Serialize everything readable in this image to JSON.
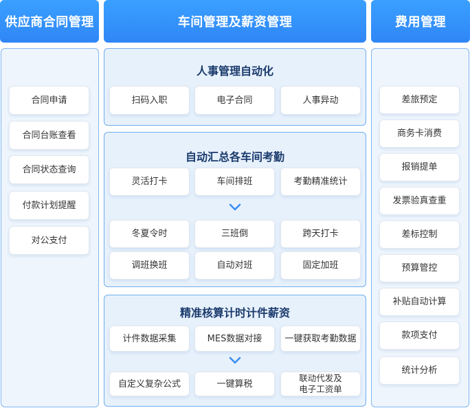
{
  "headers": {
    "left": "供应商合同管理",
    "center": "车间管理及薪资管理",
    "right": "费用管理"
  },
  "left_items": [
    "合同申请",
    "合同台账查看",
    "合同状态查询",
    "付款计划提醒",
    "对公支付"
  ],
  "right_items": [
    "差旅预定",
    "商务卡消费",
    "报销提单",
    "发票验真查重",
    "差标控制",
    "预算管控",
    "补贴自动计算",
    "款项支付",
    "统计分析"
  ],
  "sections": [
    {
      "title": "人事管理自动化",
      "items": [
        "扫码入职",
        "电子合同",
        "人事异动"
      ]
    },
    {
      "title": "自动汇总各车间考勤",
      "items": [
        "灵活打卡",
        "车间排班",
        "考勤精准统计",
        "冬夏令时",
        "三班倒",
        "跨天打卡",
        "调班换班",
        "自动对班",
        "固定加班"
      ]
    },
    {
      "title": "精准核算计时计件薪资",
      "items": [
        "计件数据采集",
        "MES数据对接",
        "一键获取考勤数据",
        "自定义复杂公式",
        "一键算税",
        "联动代发及\n电子工资单"
      ]
    }
  ],
  "colors": {
    "header_blue": "#2f86f6",
    "panel_bg": "#eef5fd",
    "border_blue": "#6faeee",
    "chevron_blue": "#3a8ef5",
    "title_text": "#1a3a6b"
  },
  "icons": [
    "chevron-down-icon"
  ]
}
